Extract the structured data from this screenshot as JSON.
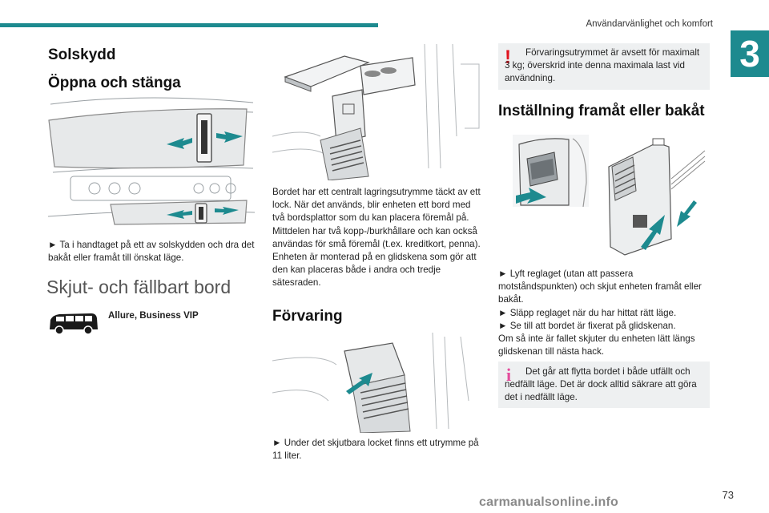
{
  "header": {
    "chapter_title": "Användarvänlighet och komfort",
    "chapter_number": "3",
    "accent_color": "#1d8a8f"
  },
  "col1": {
    "h_sunshade": "Solskydd",
    "h_open_close": "Öppna och stänga",
    "sunshade_text": "► Ta i handtaget på ett av solskydden och dra det bakåt eller framåt till önskat läge.",
    "h_table": "Skjut- och fällbart bord",
    "versions": "Allure, Business VIP"
  },
  "col2": {
    "table_desc": [
      "Bordet har ett centralt lagringsutrymme täckt av ett lock. När det används, blir enheten ett bord med två bordsplattor som du kan placera föremål på. Mittdelen har två kopp-/burkhållare och kan också användas för små föremål (t.ex. kreditkort, penna).",
      "Enheten är monterad på en glidskena som gör att den kan placeras både i andra och tredje sätesraden."
    ],
    "h_storage": "Förvaring",
    "storage_text": "► Under det skjutbara locket finns ett utrymme på 11 liter."
  },
  "col3": {
    "warning_text": "Förvaringsutrymmet är avsett för maximalt 3 kg; överskrid inte denna maximala last vid användning.",
    "warning_color": "#e0141e",
    "h_adjust": "Inställning framåt eller bakåt",
    "adjust_steps": [
      "► Lyft reglaget (utan att passera motståndspunkten) och skjut enheten framåt eller bakåt.",
      "► Släpp reglaget när du har hittat rätt läge.",
      "► Se till att bordet är fixerat på glidskenan.",
      "Om så inte är fallet skjuter du enheten lätt längs glidskenan till nästa hack."
    ],
    "info_text": "Det går att flytta bordet i både utfällt och nedfällt läge. Det är dock alltid säkrare att göra det i nedfällt läge.",
    "info_color": "#e34b9b"
  },
  "footer": {
    "page_number": "73",
    "watermark": "carmanualsonline.info"
  }
}
